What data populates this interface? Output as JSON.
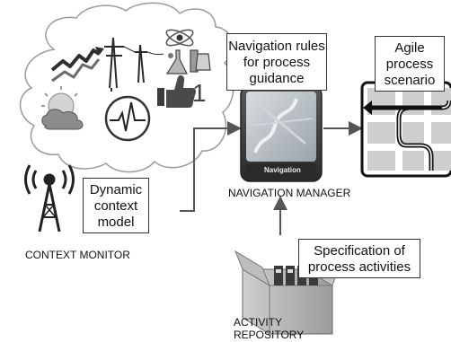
{
  "boxes": {
    "navigation_rules": [
      "Navigation rules",
      "for process",
      "guidance"
    ],
    "agile_scenario": [
      "Agile",
      "process",
      "scenario"
    ],
    "dynamic_context": [
      "Dynamic",
      "context",
      "model"
    ],
    "specification": [
      "Specification of",
      "process activities"
    ]
  },
  "captions": {
    "context_monitor": "CONTEXT MONITOR",
    "navigation_manager": "NAVIGATION MANAGER",
    "activity_repository_line1": "ACTIVITY",
    "activity_repository_line2": "REPOSITORY"
  },
  "device_label": "Navigation",
  "thumbs_count": "1",
  "icons": [
    "stock-chart-icon",
    "power-pylon-icon",
    "science-icon",
    "weather-icon",
    "heartbeat-icon",
    "thumbs-up-icon",
    "antenna-icon",
    "navigation-device-icon",
    "route-map-icon",
    "archive-box-icon"
  ]
}
